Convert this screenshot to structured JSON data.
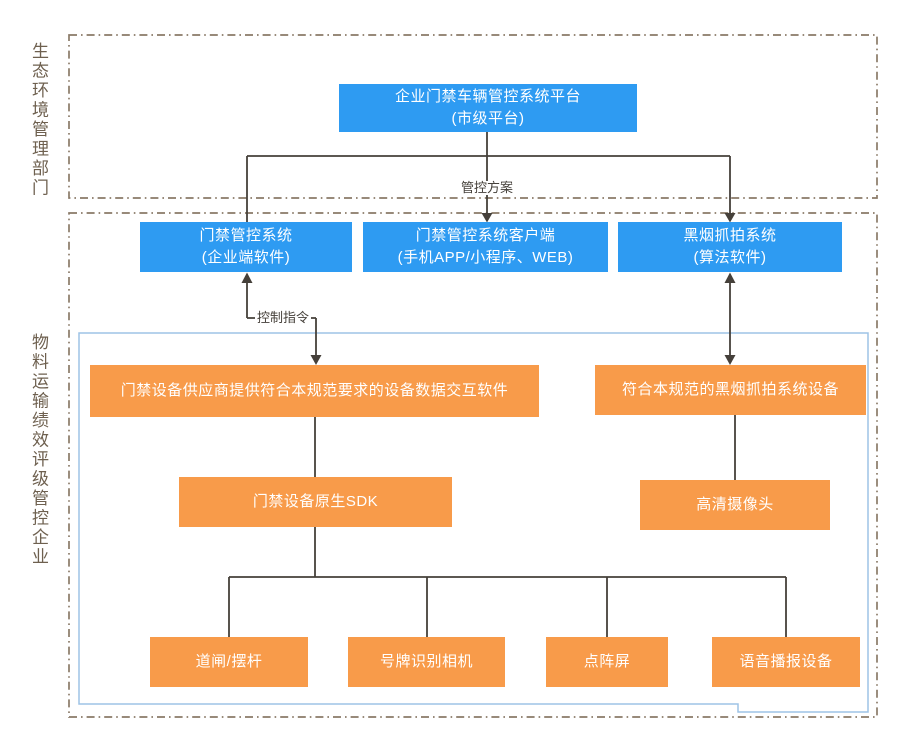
{
  "sidebar_labels": {
    "top": "生态环境管理部门",
    "bottom": "物料运输绩效评级管控企业"
  },
  "edge_labels": {
    "control_plan": "管控方案",
    "control_command": "控制指令"
  },
  "nodes": {
    "platform": {
      "line1": "企业门禁车辆管控系统平台",
      "line2": "(市级平台)"
    },
    "access_system": {
      "line1": "门禁管控系统",
      "line2": "(企业端软件)"
    },
    "access_client": {
      "line1": "门禁管控系统客户端",
      "line2": "(手机APP/小程序、WEB)"
    },
    "smoke_system": {
      "line1": "黑烟抓拍系统",
      "line2": "(算法软件)"
    },
    "vendor_software": {
      "line1": "门禁设备供应商提供符合本规范要求的设备数据交互软件"
    },
    "smoke_device": {
      "line1": "符合本规范的黑烟抓拍系统设备"
    },
    "sdk": {
      "line1": "门禁设备原生SDK"
    },
    "camera": {
      "line1": "高清摄像头"
    },
    "barrier": {
      "line1": "道闸/摆杆"
    },
    "plate_camera": {
      "line1": "号牌识别相机"
    },
    "dot_matrix": {
      "line1": "点阵屏"
    },
    "voice": {
      "line1": "语音播报设备"
    }
  },
  "colors": {
    "node_blue": "#2e9bf2",
    "node_orange": "#f89b4a",
    "dashed_border": "#8a7a68",
    "inner_border_light_blue": "#9dc3e6",
    "connector_line": "#45403a",
    "side_label_text": "#6e604f"
  }
}
